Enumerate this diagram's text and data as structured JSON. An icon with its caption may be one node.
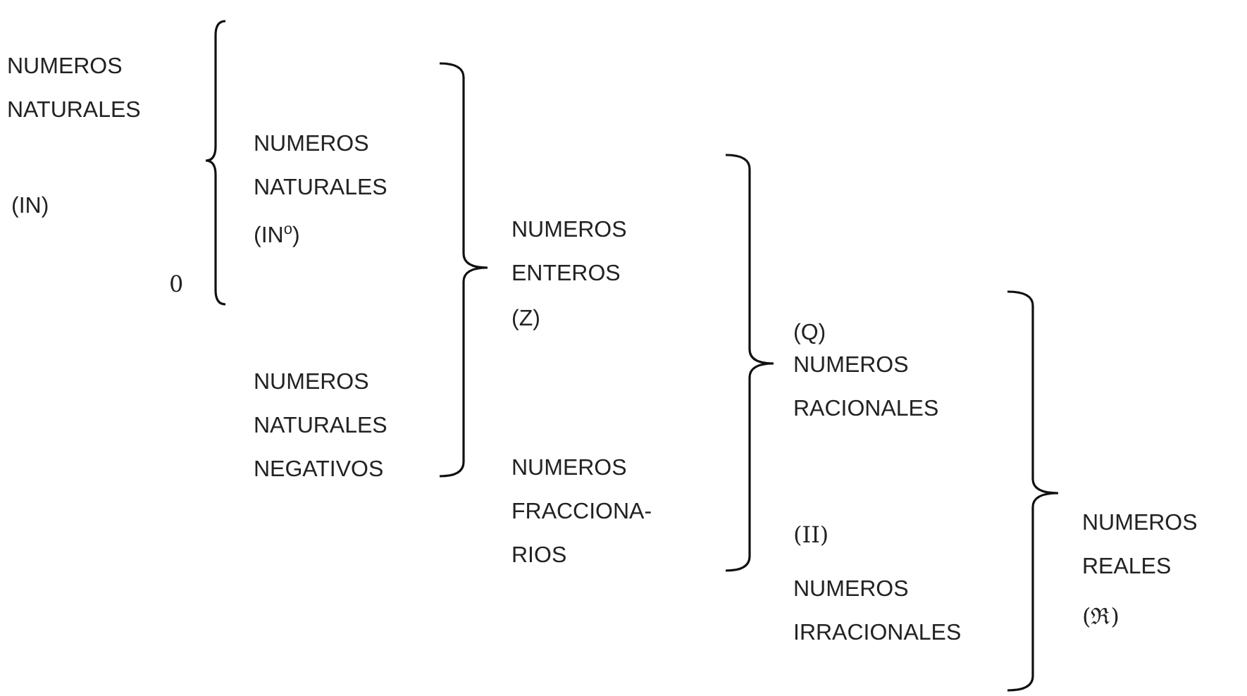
{
  "diagram": {
    "labels": [
      "NUMEROS NATURALES",
      "(IN)",
      "0",
      "NUMEROS NATURALES",
      "(IN$^{o}$)",
      "NUMEROS ENTEROS",
      "(Z)",
      "(Q)",
      "NUMEROS RACIONALES",
      "NUMEROS NATURALES NEGATIVOS",
      "NUMEROS FRACCIONA- RIOS",
      "NUMEROS REALES",
      "(II)",
      "NUMEROS IRRACIONALES",
      "(ℜ)"
    ]
  }
}
